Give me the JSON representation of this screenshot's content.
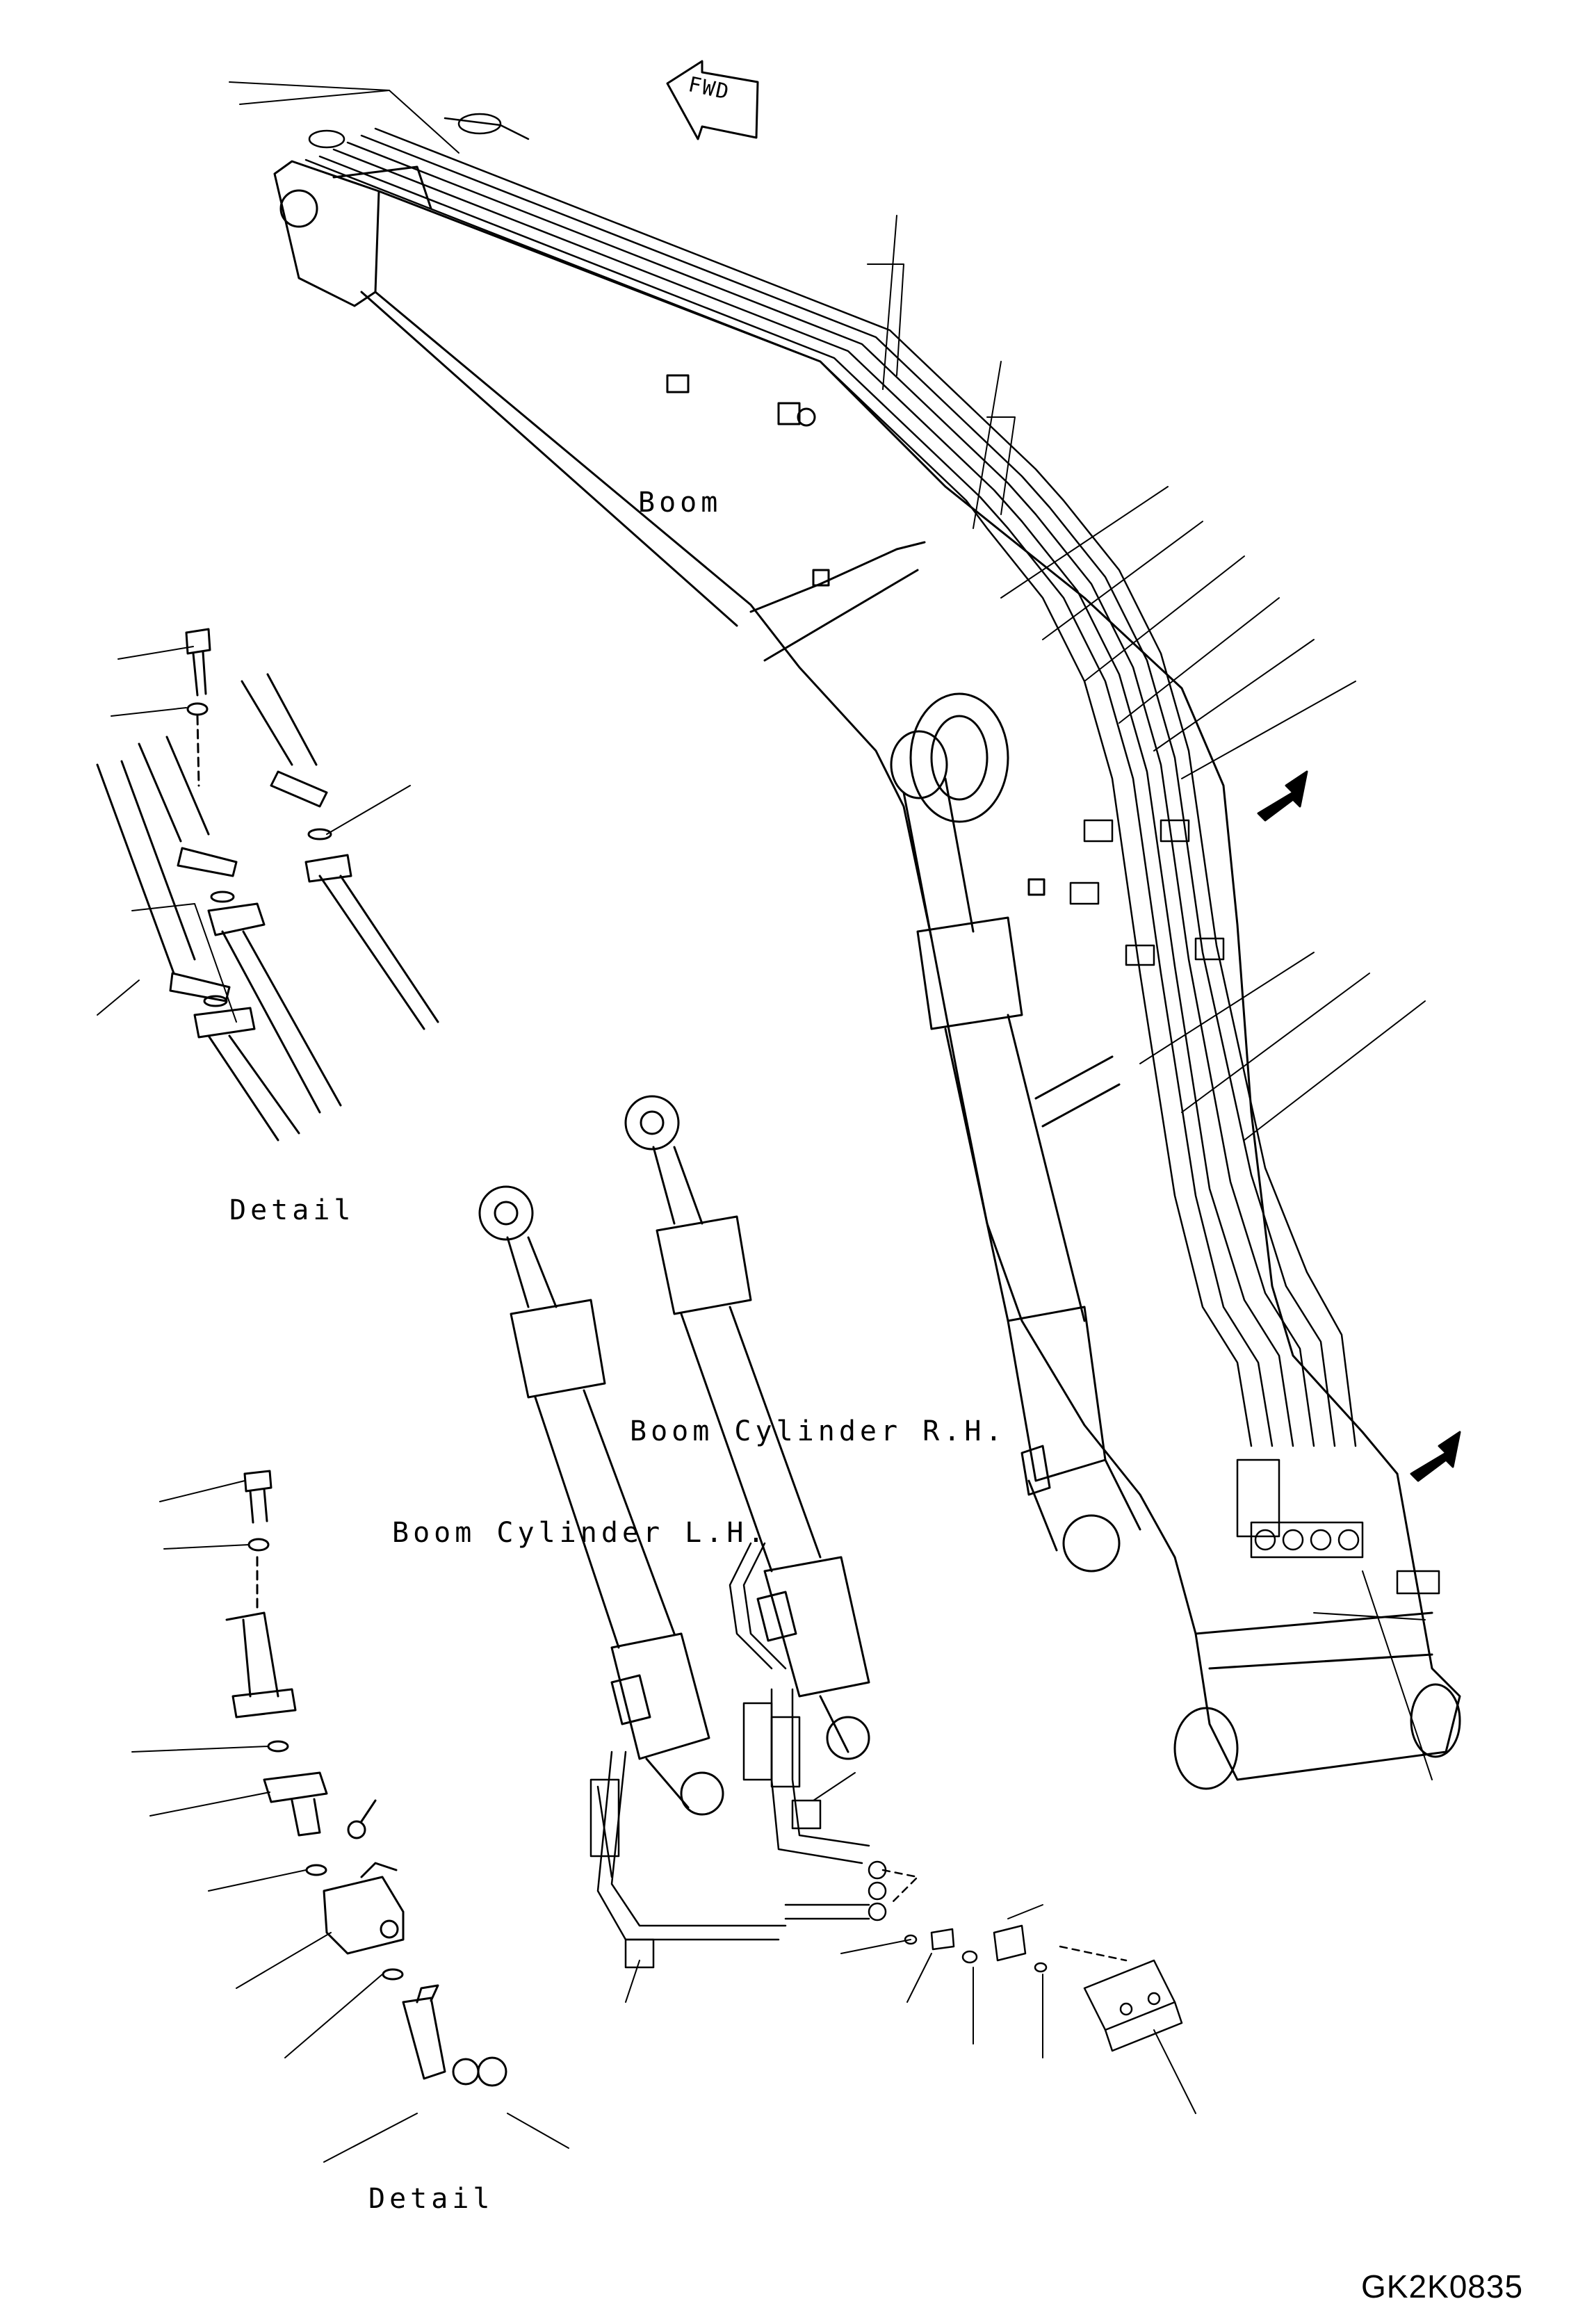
{
  "labels": {
    "fwd": "FWD",
    "boom": "Boom",
    "boom_cylinder_rh": "Boom Cylinder R.H.",
    "boom_cylinder_lh": "Boom Cylinder L.H.",
    "detail_top": "Detail",
    "detail_bottom": "Detail",
    "drawing_code": "GK2K0835"
  }
}
